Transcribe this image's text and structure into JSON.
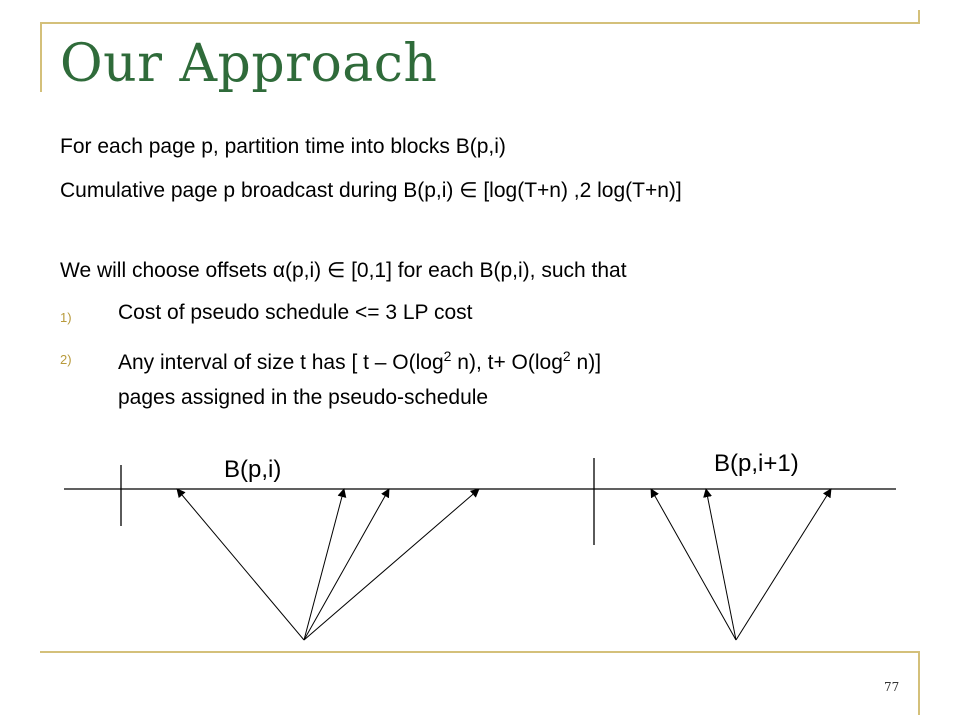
{
  "slide": {
    "title": "Our Approach",
    "lines": [
      "For each page p, partition time into blocks B(p,i)",
      "Cumulative page p broadcast during B(p,i) ∈ [log(T+n) ,2 log(T+n)]",
      "We will choose offsets  α(p,i) ∈ [0,1]  for each B(p,i), such that"
    ],
    "items": [
      {
        "num": "1)",
        "text": "Cost of pseudo schedule <= 3 LP cost"
      },
      {
        "num": "2)",
        "text_a": "Any interval of size t has [ t – O(log",
        "sup1": "2",
        "text_b": " n), t+ O(log",
        "sup2": "2",
        "text_c": " n)]"
      }
    ],
    "continuation": "pages assigned in the pseudo-schedule",
    "page_number": "77"
  },
  "diagram": {
    "block_labels": [
      "B(p,i)",
      "B(p,i+1)"
    ]
  }
}
